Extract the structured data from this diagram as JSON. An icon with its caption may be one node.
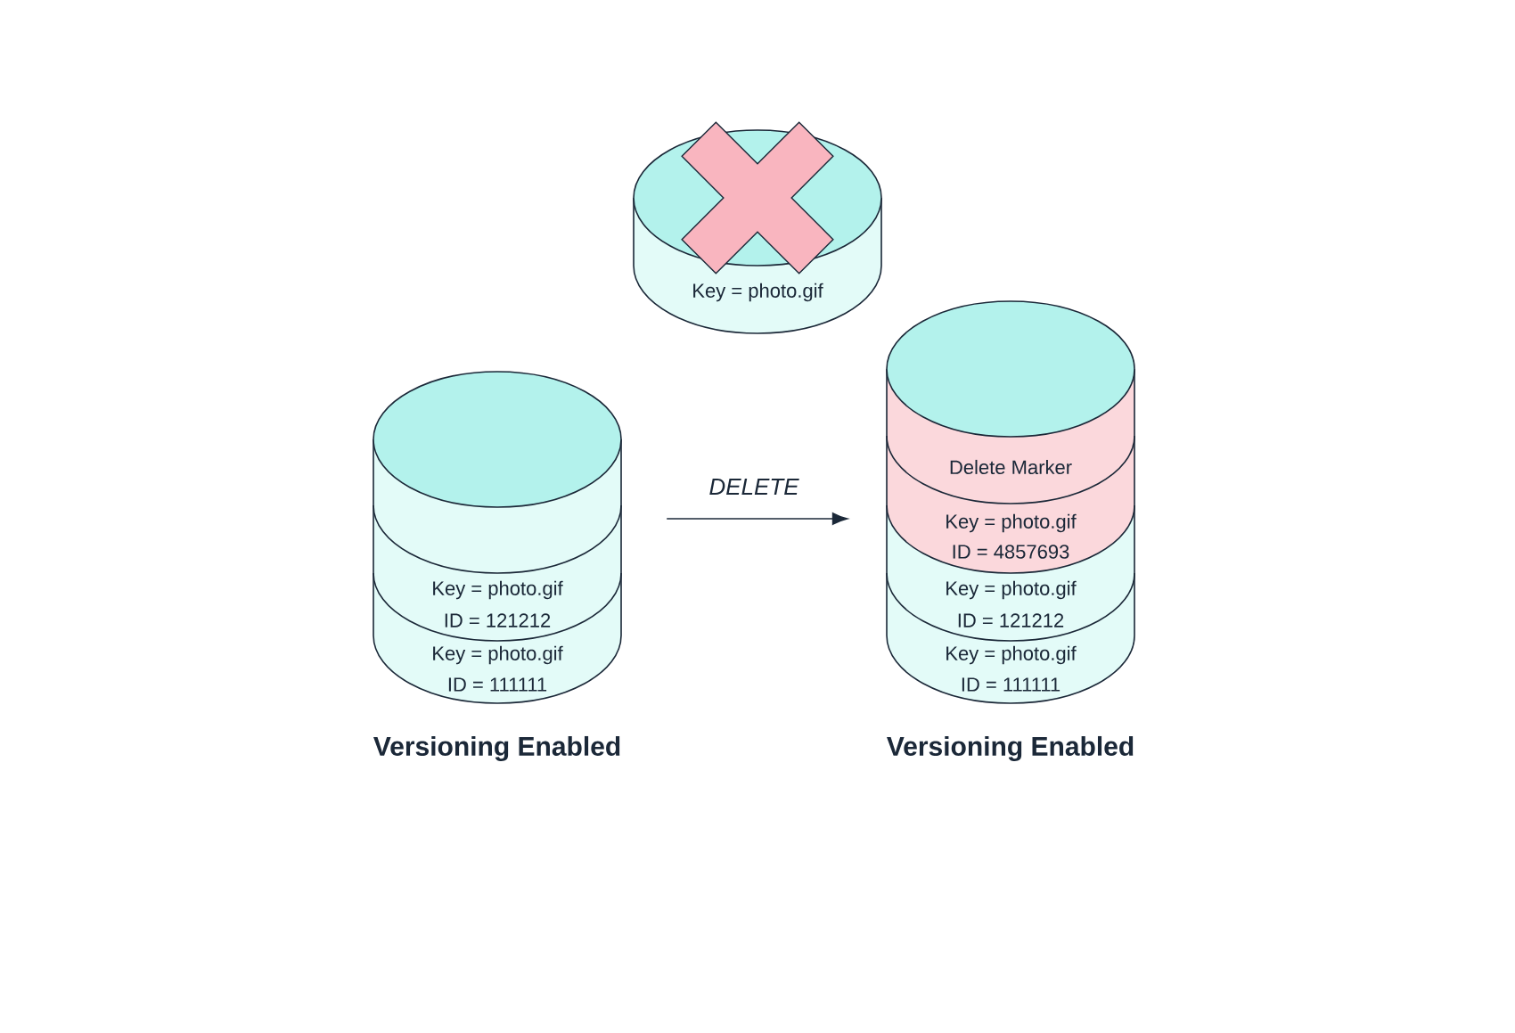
{
  "diagram": {
    "nodes": [
      {
        "text": [
          "Key = photo.gif"
        ]
      },
      {
        "text": [
          "Key = photo.gif",
          "ID = 121212",
          "Key = photo.gif",
          "ID = 111111"
        ],
        "beside": [
          "Versioning Enabled"
        ]
      },
      {
        "text": [
          "Delete Marker",
          "Key = photo.gif",
          "ID = 4857693",
          "Key = photo.gif",
          "ID = 121212",
          "Key = photo.gif",
          "ID = 111111"
        ],
        "beside": [
          "Versioning Enabled"
        ]
      }
    ],
    "edges": [
      {
        "from": 1,
        "to": 2,
        "arrow": "to",
        "label": "DELETE"
      }
    ]
  }
}
